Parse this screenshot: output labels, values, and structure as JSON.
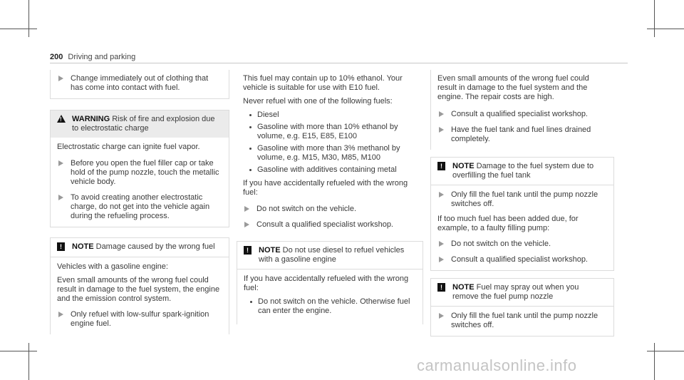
{
  "header": {
    "page_number": "200",
    "section_title": "Driving and parking"
  },
  "col1": {
    "top_step": "Change immediately out of clothing that has come into contact with fuel.",
    "warning": {
      "label": "WARNING",
      "title": "Risk of fire and explosion due to electrostatic charge",
      "intro": "Electrostatic charge can ignite fuel vapor.",
      "steps": [
        "Before you open the fuel filler cap or take hold of the pump nozzle, touch the metallic vehicle body.",
        "To avoid creating another electrostatic charge, do not get into the vehicle again during the refueling process."
      ]
    },
    "note": {
      "label": "NOTE",
      "title": "Damage caused by the wrong fuel",
      "p1": "Vehicles with a gasoline engine:",
      "p2": "Even small amounts of the wrong fuel could result in damage to the fuel system, the engine and the emission control system.",
      "steps": [
        "Only refuel with low-sulfur spark-ignition engine fuel."
      ]
    }
  },
  "col2": {
    "p1": "This fuel may contain up to 10% ethanol. Your vehicle is suitable for use with E10 fuel.",
    "p2": "Never refuel with one of the following fuels:",
    "bullets": [
      "Diesel",
      "Gasoline with more than 10% ethanol by volume, e.g. E15, E85, E100",
      "Gasoline with more than 3% methanol by volume, e.g. M15, M30, M85, M100",
      "Gasoline with additives containing metal"
    ],
    "p3": "If you have accidentally refueled with the wrong fuel:",
    "steps": [
      "Do not switch on the vehicle.",
      "Consult a qualified specialist workshop."
    ],
    "note": {
      "label": "NOTE",
      "title": "Do not use diesel to refuel vehicles with a gasoline engine",
      "p1": "If you have accidentally refueled with the wrong fuel:",
      "bullets": [
        "Do not switch on the vehicle. Otherwise fuel can enter the engine."
      ]
    }
  },
  "col3": {
    "p1": "Even small amounts of the wrong fuel could result in damage to the fuel system and the engine. The repair costs are high.",
    "steps": [
      "Consult a qualified specialist workshop.",
      "Have the fuel tank and fuel lines drained completely."
    ],
    "note1": {
      "label": "NOTE",
      "title": "Damage to the fuel system due to overfilling the fuel tank",
      "step1": "Only fill the fuel tank until the pump nozzle switches off.",
      "p1": "If too much fuel has been added due, for example, to a faulty filling pump:",
      "steps": [
        "Do not switch on the vehicle.",
        "Consult a qualified specialist workshop."
      ]
    },
    "note2": {
      "label": "NOTE",
      "title": "Fuel may spray out when you remove the fuel pump nozzle",
      "steps": [
        "Only fill the fuel tank until the pump nozzle switches off."
      ]
    }
  },
  "watermark": "carmanualsonline.info",
  "icons": {
    "warning": "warning-triangle-icon",
    "note": "note-exclamation-icon",
    "step": "step-arrow-icon"
  }
}
